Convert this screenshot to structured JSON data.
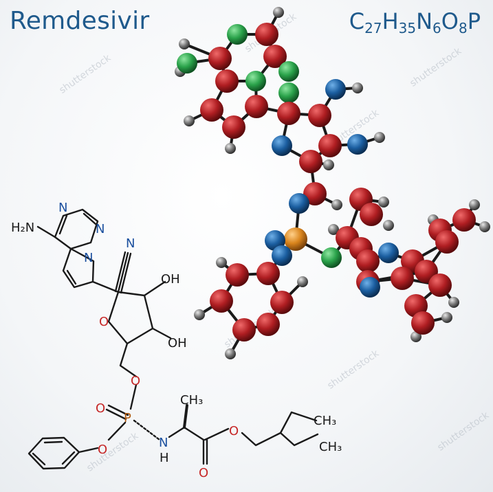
{
  "title": "Remdesivir",
  "formula": {
    "parts": [
      {
        "t": "C"
      },
      {
        "s": "27"
      },
      {
        "t": "H"
      },
      {
        "s": "35"
      },
      {
        "t": "N"
      },
      {
        "s": "6"
      },
      {
        "t": "O"
      },
      {
        "s": "8"
      },
      {
        "t": "P"
      }
    ]
  },
  "watermark": "shutterstock",
  "colors": {
    "title": "#1f5a8c",
    "carbon": "#b01e22",
    "nitrogen": "#1b5ea0",
    "oxygen": "#2aa24a",
    "phosphorus": "#d9841c",
    "hydrogen": "#7a7a7a",
    "bond": "#1a1a1a",
    "label_n": "#1a4f9e",
    "label_o": "#c62828",
    "label_p": "#b05a10"
  },
  "structure": {
    "labels": {
      "h2n": "H₂N",
      "n": "N",
      "oh": "OH",
      "o": "O",
      "p": "P",
      "nh": "N",
      "h": "H",
      "ch3": "CH₃"
    }
  }
}
